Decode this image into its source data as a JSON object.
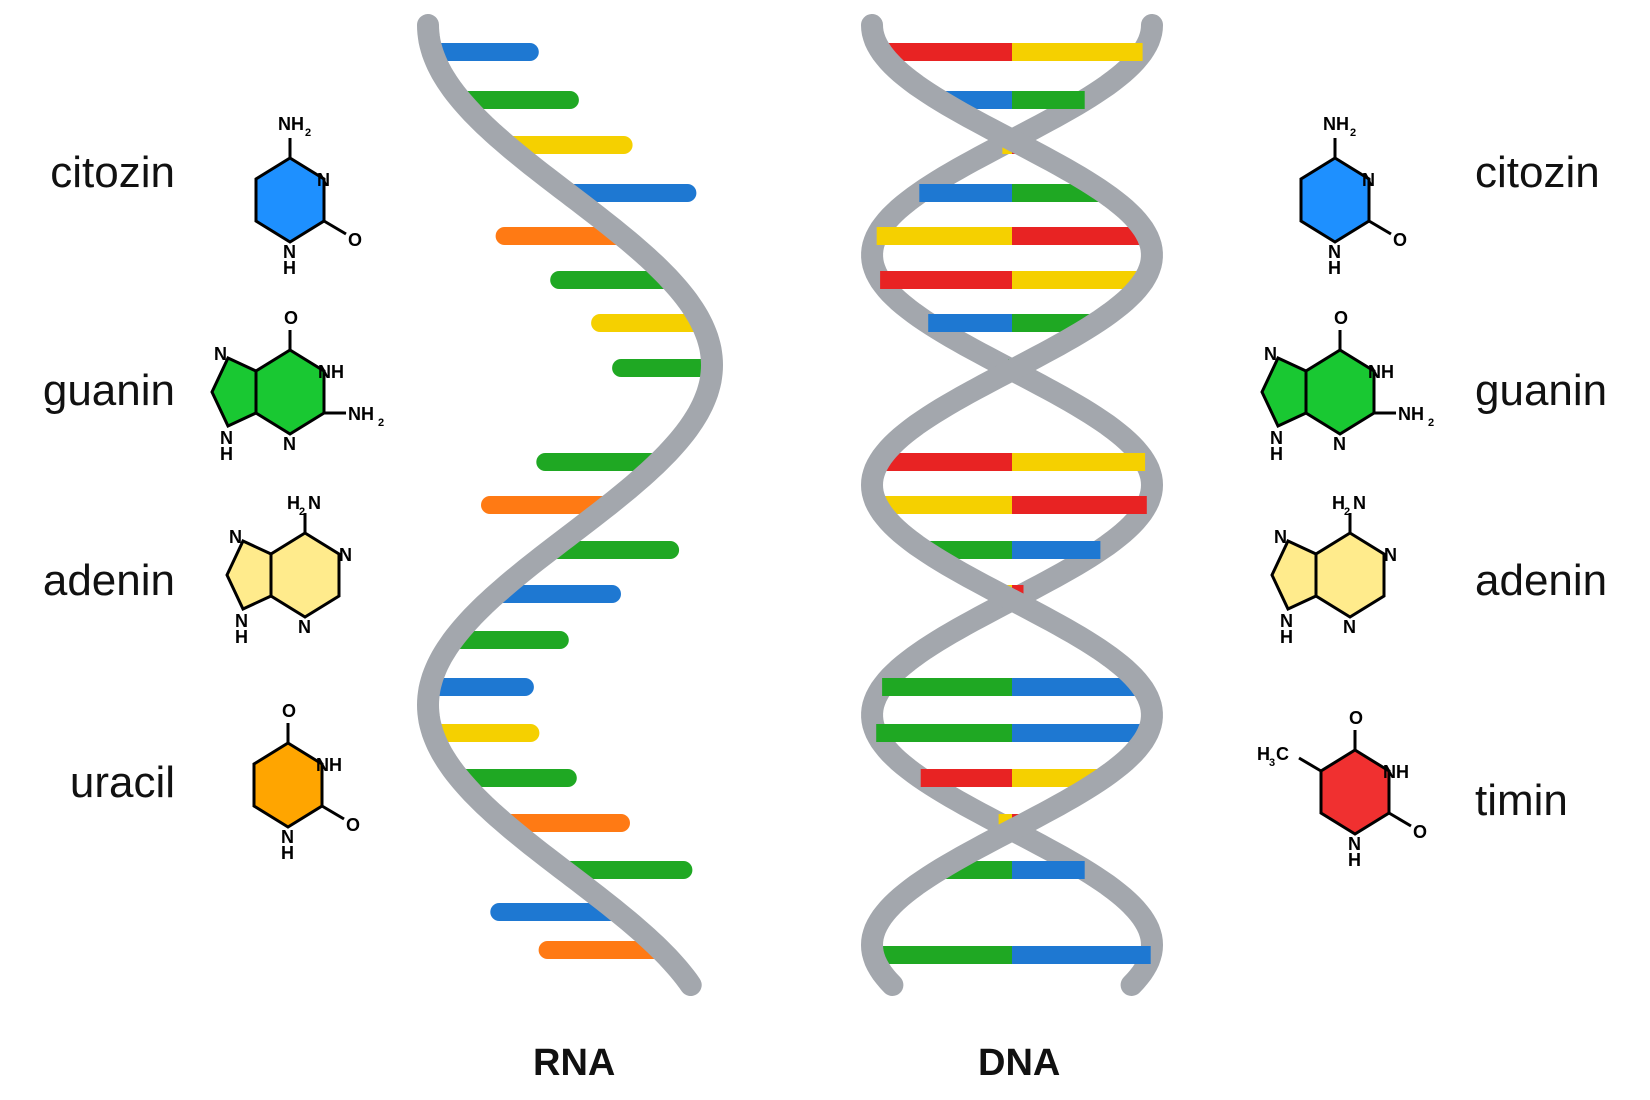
{
  "left_labels": {
    "cytosine": "citozin",
    "guanine": "guanin",
    "adenine": "adenin",
    "uracil": "uracil"
  },
  "right_labels": {
    "cytosine": "citozin",
    "guanine": "guanin",
    "adenine": "adenin",
    "thymine": "timin"
  },
  "captions": {
    "rna": "RNA",
    "dna": "DNA"
  },
  "atoms": {
    "nh2": "NH",
    "h2n": "H",
    "n": "N",
    "nh": "NH",
    "h": "H",
    "o": "O",
    "h3c": "H",
    "c": "C",
    "sub2": "2",
    "sub3": "3"
  },
  "colors": {
    "cytosine": "#1E90FF",
    "guanine": "#19C832",
    "adenine": "#FFEB8C",
    "uracil": "#FFA500",
    "thymine": "#F03030",
    "backbone": "#A3A7AD",
    "rung_blue": "#1E78D2",
    "rung_green": "#1FA823",
    "rung_yellow": "#F5D000",
    "rung_red": "#E82323",
    "rung_orange": "#FF7A14"
  }
}
